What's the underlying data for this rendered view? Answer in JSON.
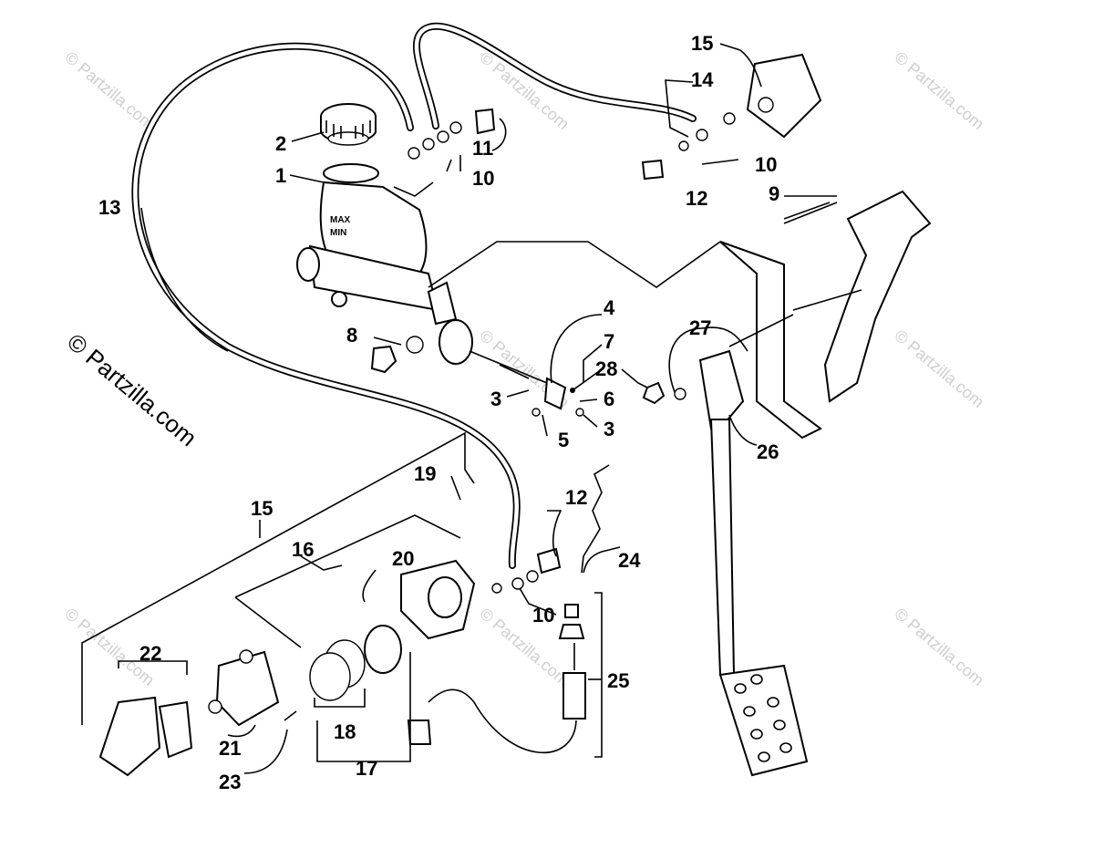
{
  "watermarks": {
    "main": "© Partzilla.com",
    "tile": "© Partzilla.com"
  },
  "callouts": {
    "c1": "1",
    "c2": "2",
    "c3a": "3",
    "c3b": "3",
    "c4": "4",
    "c5": "5",
    "c6": "6",
    "c7": "7",
    "c8": "8",
    "c9": "9",
    "c10a": "10",
    "c10b": "10",
    "c10c": "10",
    "c11": "11",
    "c12a": "12",
    "c12b": "12",
    "c13": "13",
    "c14": "14",
    "c15a": "15",
    "c15b": "15",
    "c16": "16",
    "c17": "17",
    "c18": "18",
    "c19": "19",
    "c20": "20",
    "c21": "21",
    "c22": "22",
    "c23": "23",
    "c24": "24",
    "c25": "25",
    "c26": "26",
    "c27": "27",
    "c28": "28"
  },
  "reservoir_label": {
    "max": "MAX",
    "min": "MIN"
  },
  "colors": {
    "line": "#000000",
    "watermark": "#cfcfcf",
    "background": "#ffffff"
  }
}
